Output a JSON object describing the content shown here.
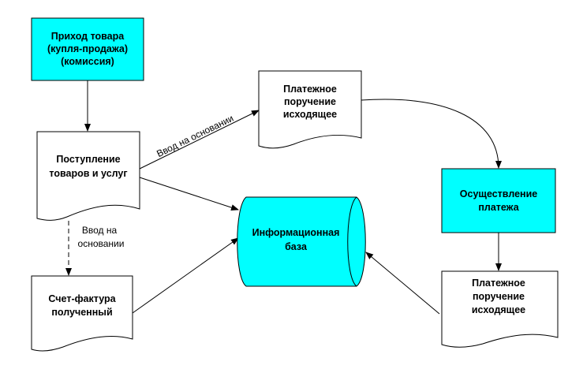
{
  "nodes": {
    "incoming_goods": {
      "lines": [
        "Приход товара",
        "(купля-продажа)",
        "(комиссия)"
      ],
      "fill": "#00ffff",
      "shape": "rectangle"
    },
    "receipt_of_goods": {
      "lines": [
        "Поступление",
        "товаров и услуг"
      ],
      "fill": "#ffffff",
      "shape": "document"
    },
    "payment_order_top": {
      "lines": [
        "Платежное",
        "поручение",
        "исходящее"
      ],
      "fill": "#ffffff",
      "shape": "document"
    },
    "payment_execution": {
      "lines": [
        "Осуществление",
        "платежа"
      ],
      "fill": "#00ffff",
      "shape": "rectangle"
    },
    "information_base": {
      "lines": [
        "Информационная",
        "база"
      ],
      "fill": "#00ffff",
      "shape": "cylinder"
    },
    "invoice_received": {
      "lines": [
        "Счет-фактура",
        "полученный"
      ],
      "fill": "#ffffff",
      "shape": "document"
    },
    "payment_order_bottom": {
      "lines": [
        "Платежное",
        "поручение",
        "исходящее"
      ],
      "fill": "#ffffff",
      "shape": "document"
    }
  },
  "edge_labels": {
    "input_based_on_diagonal": "Ввод на основании",
    "input_based_on_vertical": [
      "Ввод на",
      "основании"
    ]
  },
  "colors": {
    "accent": "#00ffff",
    "stroke": "#000000",
    "background": "#ffffff"
  }
}
